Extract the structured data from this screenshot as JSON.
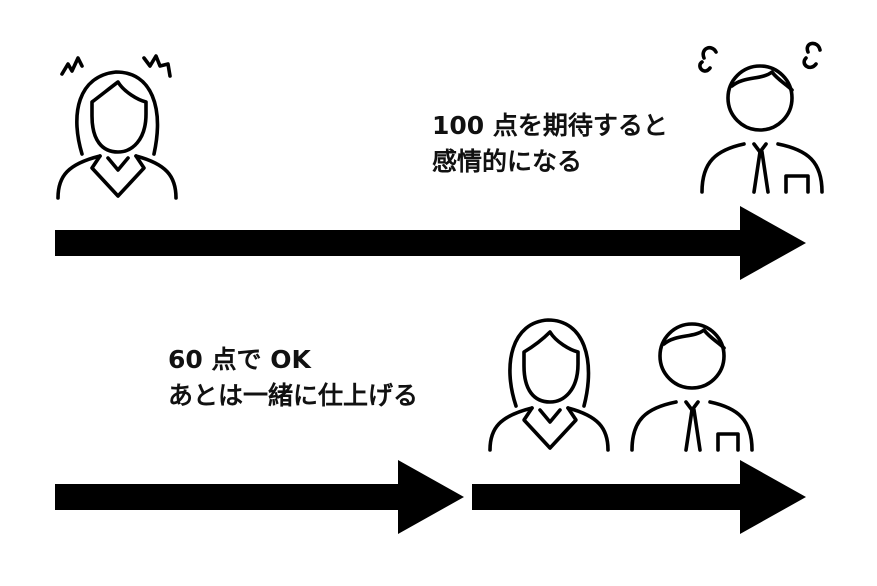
{
  "scene_top": {
    "caption_line1": "100 点を期待すると",
    "caption_line2": "感情的になる"
  },
  "scene_bottom": {
    "caption_line1": "60 点で OK",
    "caption_line2": "あとは一緒に仕上げる"
  },
  "colors": {
    "ink": "#000000",
    "background": "#ffffff"
  }
}
